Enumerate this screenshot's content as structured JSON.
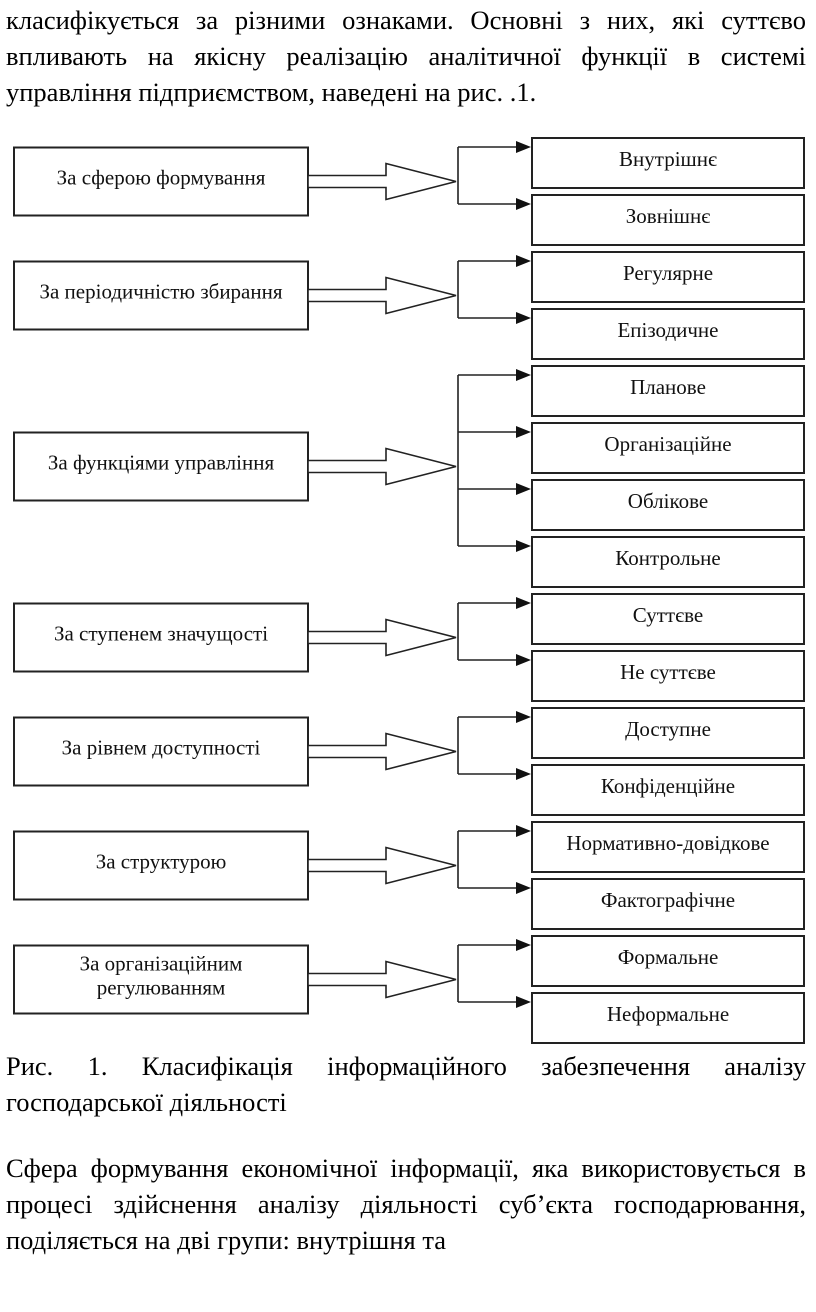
{
  "intro_text": "класифікується за різними ознаками. Основні з них, які суттєво впливають на якісну реалізацію аналітичної функції в системі управління підприємством, наведені на рис. .1.",
  "diagram": {
    "groups": [
      {
        "label": [
          "За сферою формування"
        ],
        "items": [
          "Внутрішнє",
          "Зовнішнє"
        ]
      },
      {
        "label": [
          "За періодичністю збирання"
        ],
        "items": [
          "Регулярне",
          "Епізодичне"
        ]
      },
      {
        "label": [
          "За функціями управління"
        ],
        "items": [
          "Планове",
          "Організаційне",
          "Облікове",
          "Контрольне"
        ]
      },
      {
        "label": [
          "За ступенем значущості"
        ],
        "items": [
          "Суттєве",
          "Не суттєве"
        ]
      },
      {
        "label": [
          "За рівнем доступності"
        ],
        "items": [
          "Доступне",
          "Конфіденційне"
        ]
      },
      {
        "label": [
          "За структурою"
        ],
        "items": [
          "Нормативно-довідкове",
          "Фактографічне"
        ]
      },
      {
        "label": [
          "За організаційним",
          "регулюванням"
        ],
        "items": [
          "Формальне",
          "Неформальне"
        ]
      }
    ]
  },
  "caption": "Рис. 1. Класифікація інформаційного забезпечення аналізу господарської діяльності",
  "outro_text": "Сфера формування економічної інформації, яка використовується в процесі здійснення аналізу діяльності суб’єкта господарювання, поділяється на дві групи: внутрішня та"
}
